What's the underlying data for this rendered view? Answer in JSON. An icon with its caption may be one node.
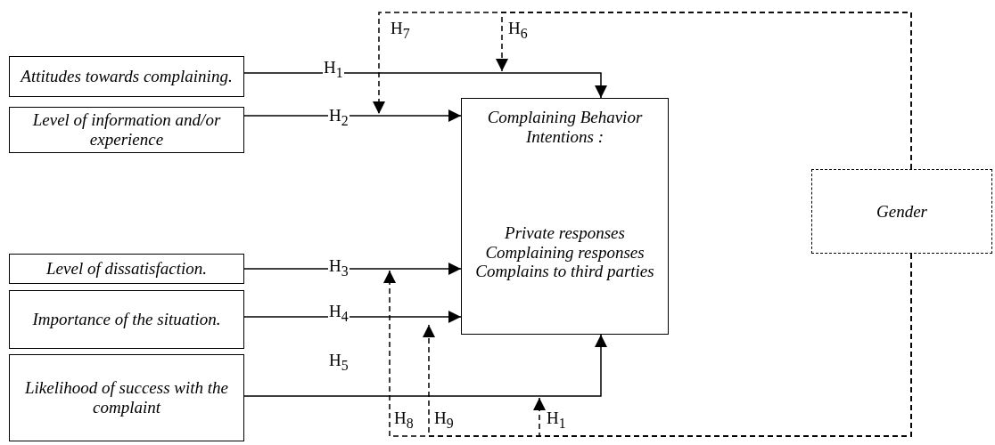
{
  "diagram": {
    "nodes": [
      {
        "text": [
          "Attitudes towards complaining."
        ]
      },
      {
        "text": [
          "Level of information and/or experience"
        ]
      },
      {
        "text": [
          "Level of dissatisfaction."
        ]
      },
      {
        "text": [
          "Importance of the situation."
        ]
      },
      {
        "text": [
          "Likelihood of success with the complaint"
        ]
      },
      {
        "text": [
          "Complaining Behavior Intentions :",
          "Private responses Complaining responses Complains to third parties"
        ]
      },
      {
        "text": [
          "Gender"
        ]
      }
    ],
    "edges": [
      {
        "from": 0,
        "to": 5,
        "arrow": "to",
        "label": "H$_{1}$"
      },
      {
        "from": 1,
        "to": 5,
        "arrow": "to",
        "label": "H$_{2}$"
      },
      {
        "from": 2,
        "to": 5,
        "arrow": "to",
        "label": "H$_{3}$"
      },
      {
        "from": 3,
        "to": 5,
        "arrow": "to",
        "label": "H$_{4}$"
      },
      {
        "from": 4,
        "to": 5,
        "arrow": "to",
        "label": "H$_{5}$"
      },
      {
        "from": 6,
        "to": null,
        "arrow": "to",
        "label": "H$_{6}$",
        "style": "dashed"
      },
      {
        "from": 6,
        "to": null,
        "arrow": "to",
        "label": "H$_{7}$",
        "style": "dashed"
      },
      {
        "from": 6,
        "to": null,
        "arrow": "to",
        "label": "H$_{8}$",
        "style": "dashed"
      },
      {
        "from": 6,
        "to": null,
        "arrow": "to",
        "label": "H$_{9}$",
        "style": "dashed"
      },
      {
        "from": 6,
        "to": null,
        "arrow": "to",
        "label": "H$_{1}$",
        "style": "dashed"
      }
    ]
  }
}
